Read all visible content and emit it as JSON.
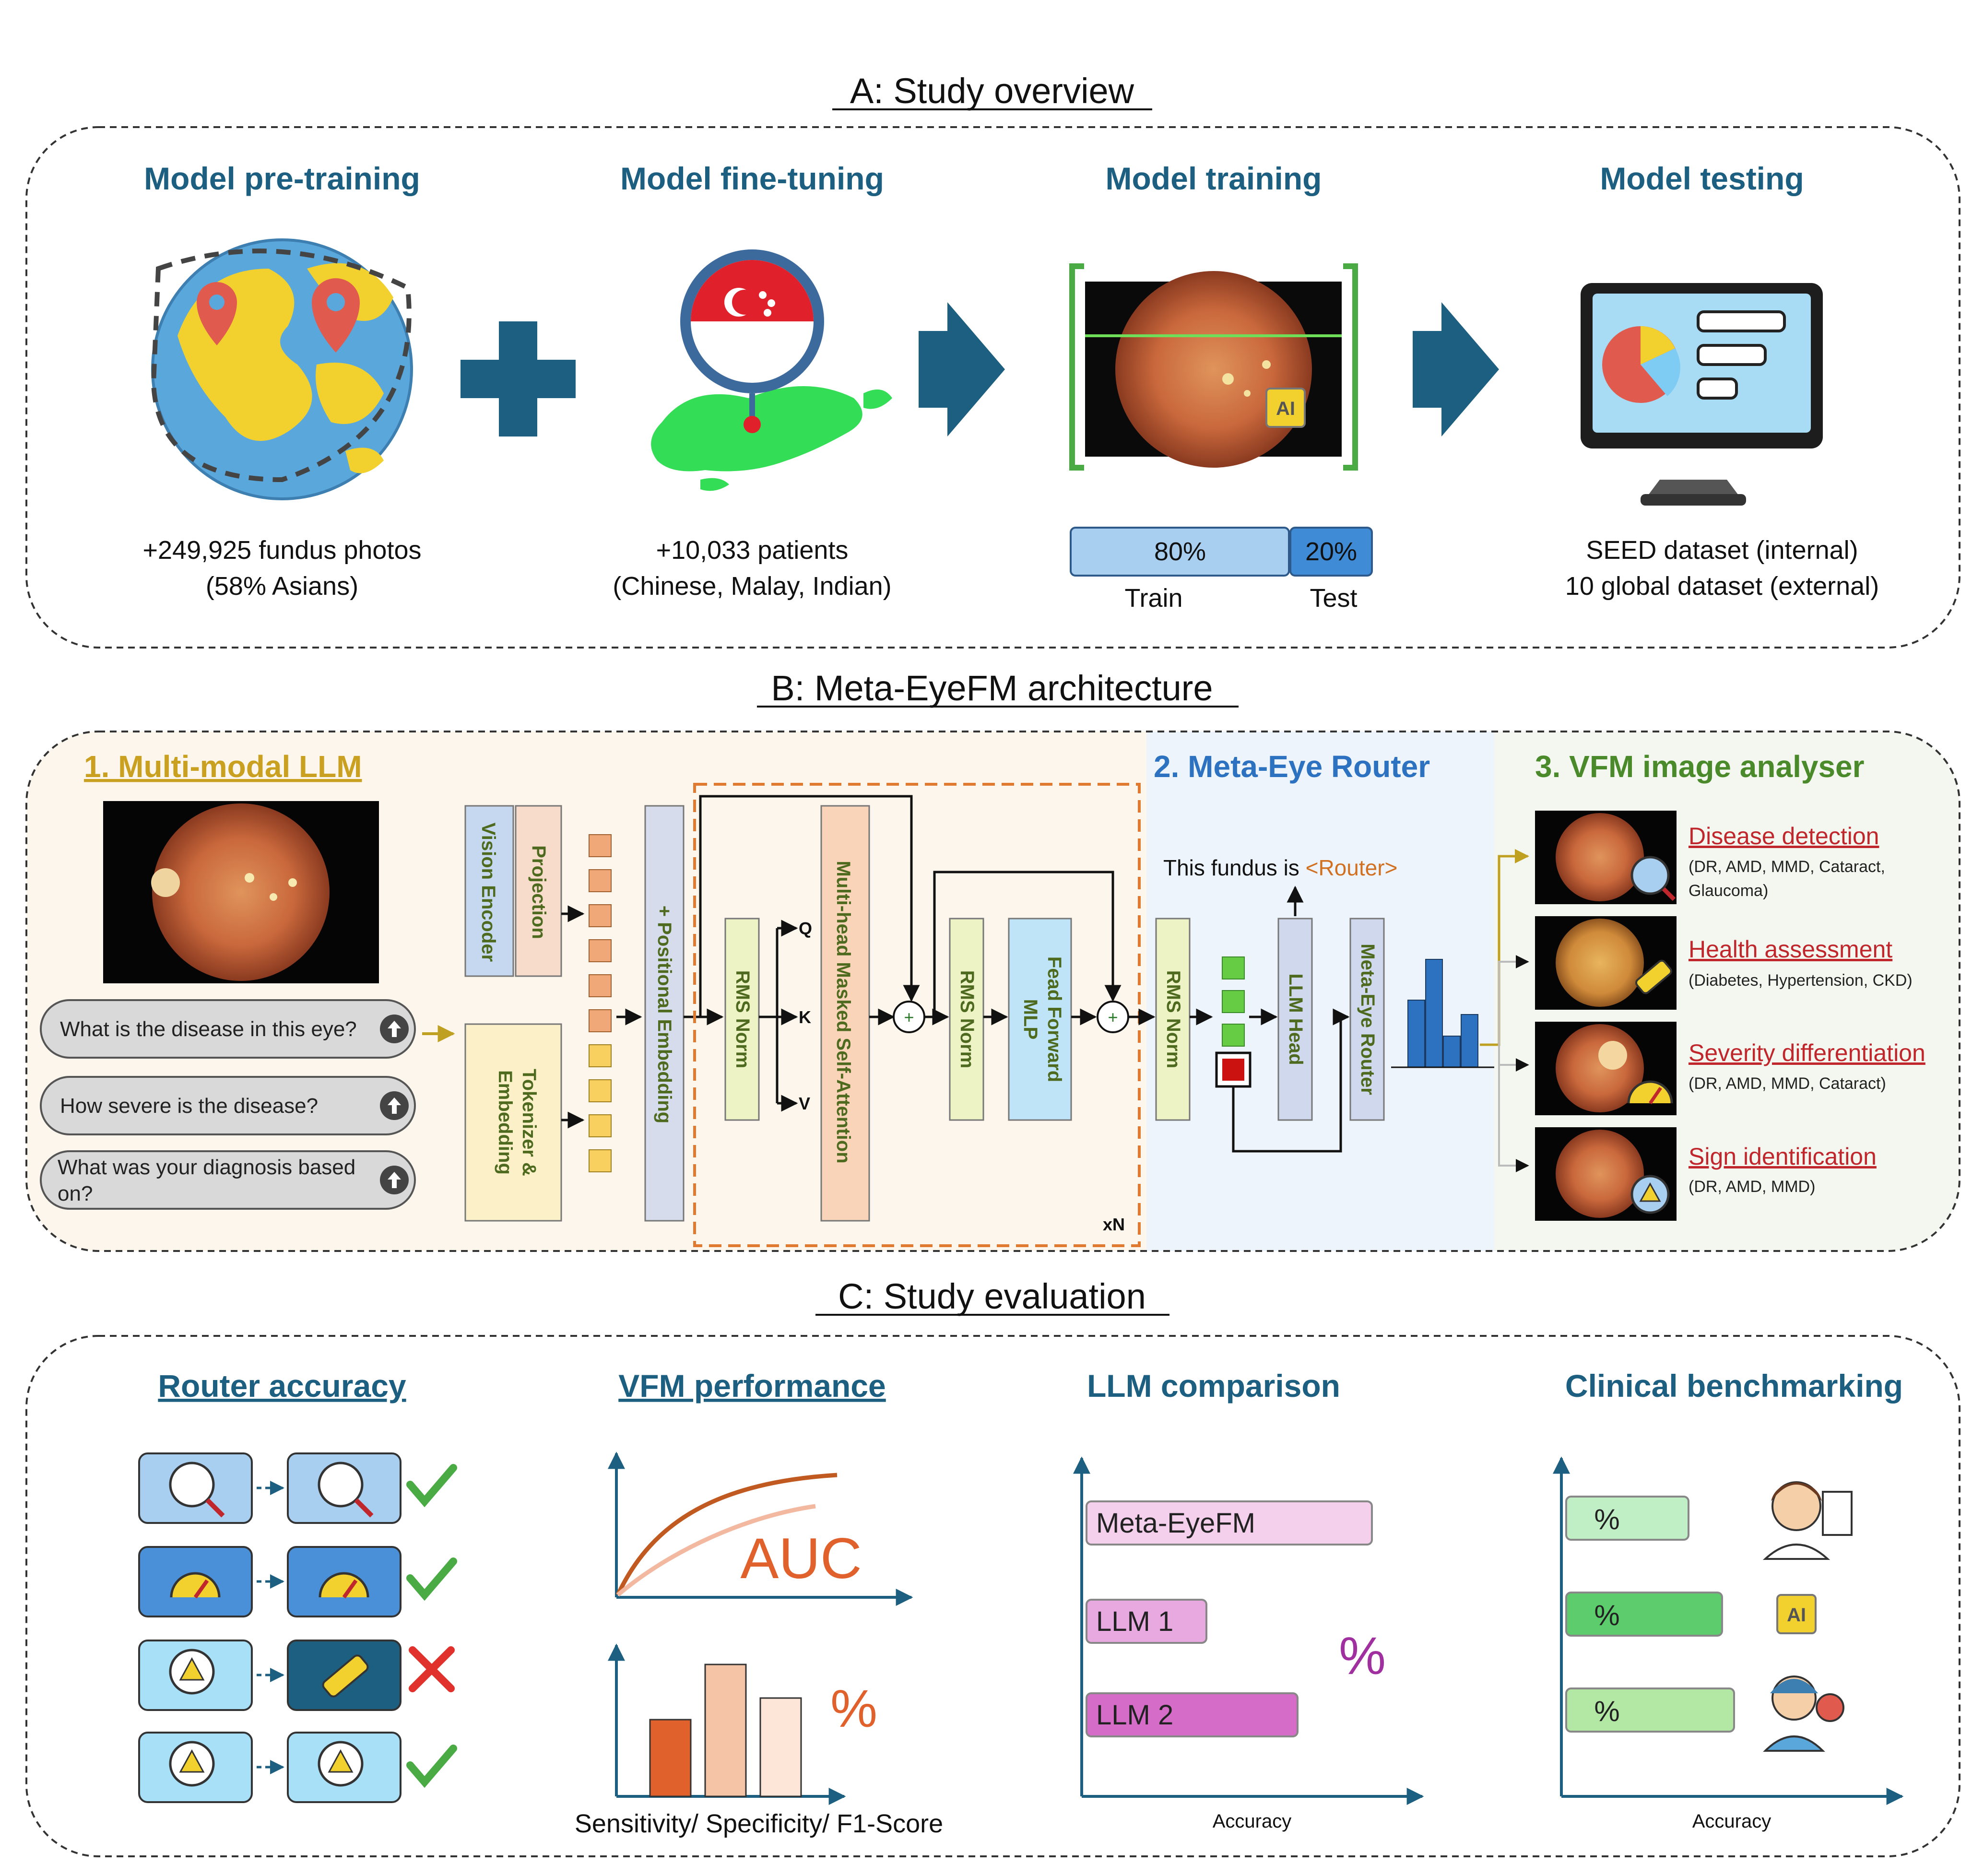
{
  "sections": {
    "a": {
      "title": "A: Study overview",
      "stages": [
        {
          "heading": "Model pre-training",
          "line1": "+249,925 fundus photos",
          "line2": "(58% Asians)"
        },
        {
          "heading": "Model fine-tuning",
          "line1": "+10,033 patients",
          "line2": "(Chinese, Malay, Indian)"
        },
        {
          "heading": "Model training",
          "train_pct": "80%",
          "test_pct": "20%",
          "train_label": "Train",
          "test_label": "Test",
          "chip": "AI"
        },
        {
          "heading": "Model testing",
          "line1": "SEED dataset (internal)",
          "line2": "10 global dataset (external)"
        }
      ]
    },
    "b": {
      "title": "B: Meta-EyeFM architecture",
      "parts": {
        "p1": "1. Multi-modal LLM",
        "p2": "2. Meta-Eye Router",
        "p3": "3. VFM image analyser"
      },
      "questions": [
        "What is the disease in this eye?",
        "How severe is the disease?",
        "What was your diagnosis based",
        "on?"
      ],
      "blocks": {
        "vision_encoder": "Vision Encoder",
        "projection": "Projection",
        "tok1": "Tokenizer &",
        "tok2": "Embedding",
        "pos": "+ Positional Embedding",
        "rms": "RMS Norm",
        "mhsa": "Multi-head Masked Self-Attention",
        "ff1": "Fead Forward",
        "ff2": "MLP",
        "llm_head": "LLM Head",
        "router": "Meta-Eye Router",
        "q": "Q",
        "k": "K",
        "v": "V",
        "plus": "+",
        "xn": "xN",
        "fundus_prefix": "This fundus is ",
        "fundus_token": "<Router>"
      },
      "tasks": [
        {
          "name": "Disease detection",
          "detail1": "(DR, AMD, MMD, Cataract,",
          "detail2": "Glaucoma)"
        },
        {
          "name": "Health assessment",
          "detail1": "(Diabetes, Hypertension,  CKD)"
        },
        {
          "name": "Severity differentiation",
          "detail1": "(DR, AMD, MMD, Cataract)"
        },
        {
          "name": "Sign identification",
          "detail1": "(DR, AMD, MMD)"
        }
      ]
    },
    "c": {
      "title": "C: Study evaluation",
      "panels": {
        "router": "Router accuracy",
        "vfm": "VFM performance",
        "llm": "LLM comparison",
        "clin": "Clinical benchmarking"
      },
      "auc": "AUC",
      "vfm_pct": "%",
      "vfm_caption": "Sensitivity/ Specificity/ F1-Score",
      "llm_bars": [
        "Meta-EyeFM",
        "LLM 1",
        "LLM 2"
      ],
      "llm_pct": "%",
      "llm_xlabel": "Accuracy",
      "clin_pct": "%",
      "clin_xlabel": "Accuracy",
      "chip": "AI"
    }
  }
}
